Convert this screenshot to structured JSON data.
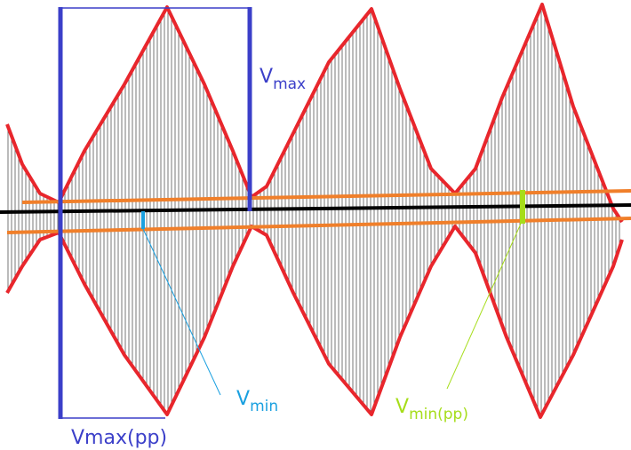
{
  "labels": {
    "vmax": {
      "main": "V",
      "sub": "max"
    },
    "vmax_pp": {
      "main": "Vmax(pp)"
    },
    "vmin": {
      "main": "V",
      "sub": "min"
    },
    "vmin_pp": {
      "main": "V",
      "sub": "min(pp)"
    }
  },
  "colors": {
    "envelope": "#e8262c",
    "carrier": "#555555",
    "baseline": "#000000",
    "min_band": "#f07f2a",
    "vmax_marker": "#3b3fc9",
    "vmin_marker": "#1aa0e0",
    "vmin_pp_marker": "#a6dd1a",
    "background": "#ffffff"
  }
}
